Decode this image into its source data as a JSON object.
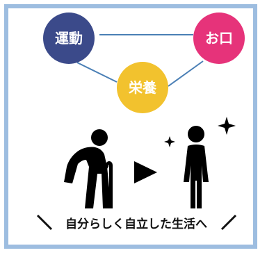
{
  "nodes": [
    {
      "label": "運動",
      "color": "#3b4a8a",
      "icon": "circle-node"
    },
    {
      "label": "お口",
      "color": "#e6337a",
      "icon": "circle-node"
    },
    {
      "label": "栄養",
      "color": "#f2c22e",
      "icon": "circle-node"
    }
  ],
  "connector_color": "#4a7fb5",
  "frame_color": "#9dbde0",
  "caption": "自分らしく自立した生活へ",
  "icons": [
    "elderly-with-cane-icon",
    "play-arrow-icon",
    "standing-person-icon",
    "sparkle-icon"
  ]
}
